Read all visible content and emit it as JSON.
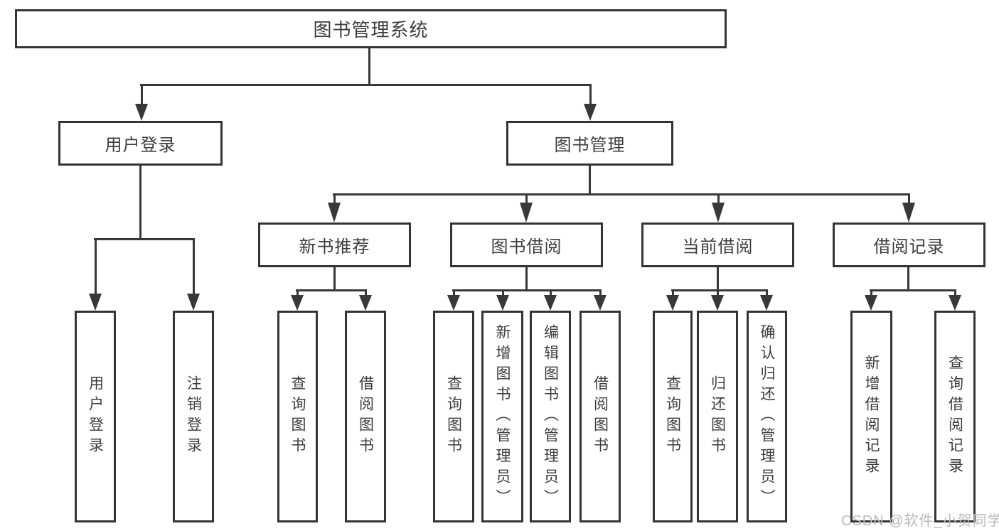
{
  "diagram": {
    "nodes": {
      "root": "图书管理系统",
      "user_login": "用户登录",
      "book_mgmt": "图书管理",
      "new_book_rec": "新书推荐",
      "book_borrow": "图书借阅",
      "current_borrow": "当前借阅",
      "borrow_record": "借阅记录",
      "ul_user_login": "用户登录",
      "ul_logout": "注销登录",
      "nbr_query_book": "查询图书",
      "nbr_borrow_book": "借阅图书",
      "bb_query_book": "查询图书",
      "bb_add_book": "新增图书（管理员）",
      "bb_edit_book": "编辑图书（管理员）",
      "bb_borrow_book": "借阅图书",
      "cb_query_book": "查询图书",
      "cb_return_book": "归还图书",
      "cb_confirm_return": "确认归还（管理员）",
      "br_add_record": "新增借阅记录",
      "br_query_record": "查询借阅记录"
    },
    "watermark": "CSDN @软件_小贺同学",
    "colors": {
      "line": "#383838",
      "border": "#343434",
      "text": "#3d3d3d",
      "watermark": "#b9b9b9",
      "background": "#ffffff"
    }
  }
}
